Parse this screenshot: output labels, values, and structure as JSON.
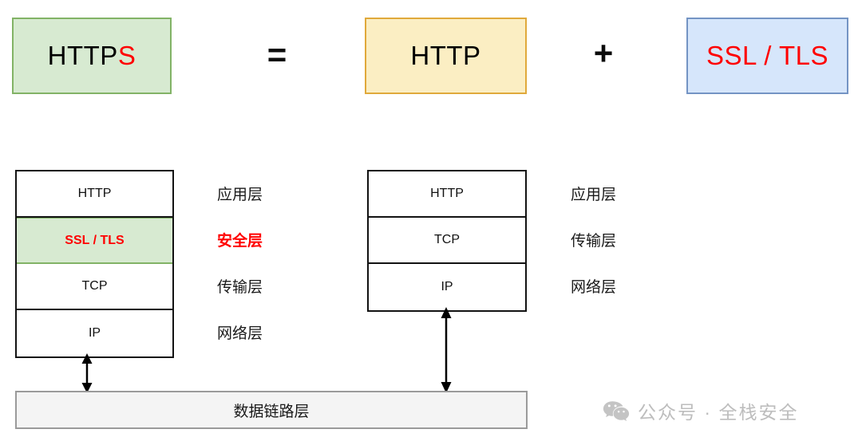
{
  "equation": {
    "https_box": {
      "prefix": "HTTP",
      "highlight": "S",
      "bg": "#d7ead1",
      "border": "#82b366",
      "highlight_color": "#ff0000"
    },
    "operator_equals": "=",
    "http_box": {
      "label": "HTTP",
      "bg": "#fbeec3",
      "border": "#e0a93b"
    },
    "operator_plus": "+",
    "ssltls_box": {
      "label": "SSL / TLS",
      "bg": "#d6e6fb",
      "border": "#7494c4",
      "text_color": "#ff0000"
    }
  },
  "https_stack": {
    "layers": [
      {
        "name": "HTTP",
        "label": "应用层",
        "secure": false
      },
      {
        "name": "SSL / TLS",
        "label": "安全层",
        "secure": true
      },
      {
        "name": "TCP",
        "label": "传输层",
        "secure": false
      },
      {
        "name": "IP",
        "label": "网络层",
        "secure": false
      }
    ]
  },
  "http_stack": {
    "layers": [
      {
        "name": "HTTP",
        "label": "应用层"
      },
      {
        "name": "TCP",
        "label": "传输层"
      },
      {
        "name": "IP",
        "label": "网络层"
      }
    ]
  },
  "data_link": {
    "label": "数据链路层",
    "bg": "#f4f4f4",
    "border": "#9a9a9a"
  },
  "watermark": {
    "icon": "wechat-icon",
    "text": "公众号 · 全栈安全",
    "color": "#bdbdbd"
  }
}
